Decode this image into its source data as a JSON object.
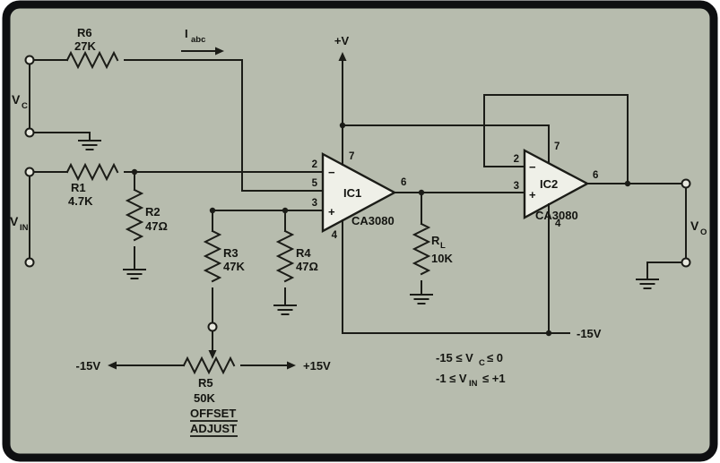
{
  "colors": {
    "paper": "#b7bcae",
    "ink": "#1b1c17",
    "frame": "#0e0f11"
  },
  "ports": {
    "vc": {
      "main": "V",
      "sub": "C"
    },
    "vin": {
      "main": "V",
      "sub": "IN"
    },
    "vo": {
      "main": "V",
      "sub": "O"
    }
  },
  "current": {
    "main": "I",
    "sub": "abc"
  },
  "supplies": {
    "plus_v": "+V",
    "neg_rail": "-15V",
    "pot_left": "-15V",
    "pot_right": "+15V"
  },
  "resistors": {
    "r6": {
      "name": "R6",
      "value": "27K"
    },
    "r1": {
      "name": "R1",
      "value": "4.7K"
    },
    "r2": {
      "name": "R2",
      "value": "47Ω"
    },
    "r3": {
      "name": "R3",
      "value": "47K"
    },
    "r4": {
      "name": "R4",
      "value": "47Ω"
    },
    "r5": {
      "name": "R5",
      "value": "50K",
      "caption_line1": "OFFSET",
      "caption_line2": "ADJUST"
    },
    "rl": {
      "main": "R",
      "sub": "L",
      "value": "10K"
    }
  },
  "ics": {
    "ic1": {
      "name": "IC1",
      "part": "CA3080",
      "minus": "−",
      "plus": "+",
      "pins": {
        "p2": "2",
        "p5": "5",
        "p3": "3",
        "p7": "7",
        "p4": "4",
        "p6": "6"
      }
    },
    "ic2": {
      "name": "IC2",
      "part": "CA3080",
      "minus": "−",
      "plus": "+",
      "pins": {
        "p2": "2",
        "p3": "3",
        "p7": "7",
        "p4": "4",
        "p6": "6"
      }
    }
  },
  "equations": {
    "eq1": {
      "pre": "-15 ≤ V",
      "sub": "C",
      "post": "≤ 0"
    },
    "eq2": {
      "pre": "-1 ≤ V",
      "sub": "IN",
      "post": "≤ +1"
    }
  }
}
